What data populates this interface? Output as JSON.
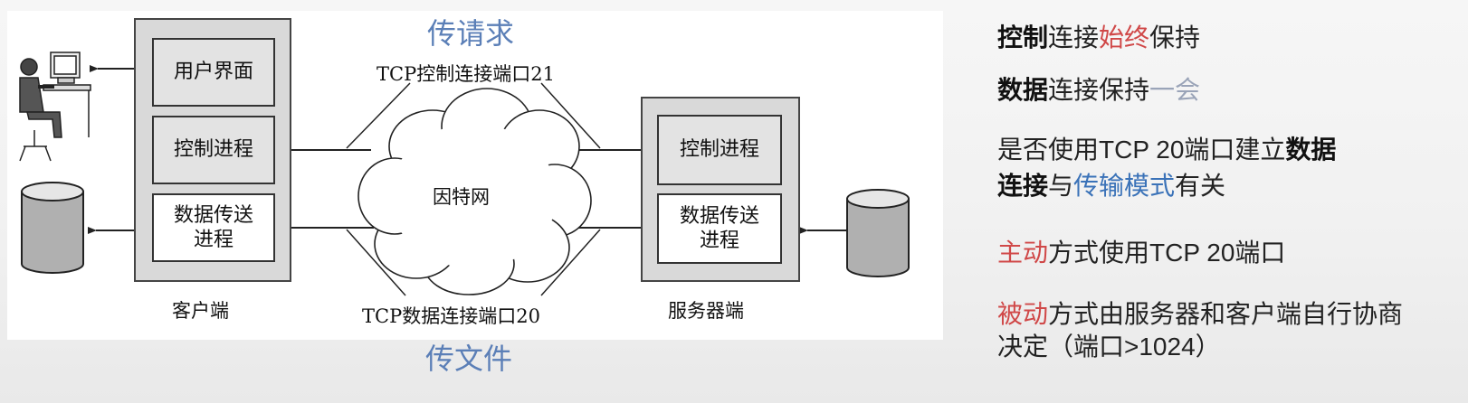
{
  "diagram": {
    "labels": {
      "request": "传请求",
      "file": "传文件",
      "control_port": "TCP控制连接端口21",
      "data_port": "TCP数据连接端口20",
      "internet": "因特网",
      "client": "客户端",
      "server": "服务器端"
    },
    "client_boxes": {
      "ui": "用户界面",
      "control": "控制进程",
      "data": "数据传送进程"
    },
    "server_boxes": {
      "control": "控制进程",
      "data": "数据传送进程"
    }
  },
  "notes": {
    "line1": {
      "a": "控制",
      "b": "连接",
      "c": "始终",
      "d": "保持"
    },
    "line2": {
      "a": "数据",
      "b": "连接保持",
      "c": "一会"
    },
    "line3": {
      "a": "是否使用TCP 20端口建立",
      "b": "数据"
    },
    "line4": {
      "a": "连接",
      "b": "与",
      "c": "传输模式",
      "d": "有关"
    },
    "line5": {
      "a": "主动",
      "b": "方式使用TCP 20端口"
    },
    "line6": {
      "a": "被动",
      "b": "方式由服务器和客户端自行协商"
    },
    "line7": {
      "a": "决定（端口>1024）"
    }
  },
  "colors": {
    "highlight_red": "#d04848",
    "highlight_blue": "#3a72b8",
    "label_blue": "#5b7fb7"
  }
}
